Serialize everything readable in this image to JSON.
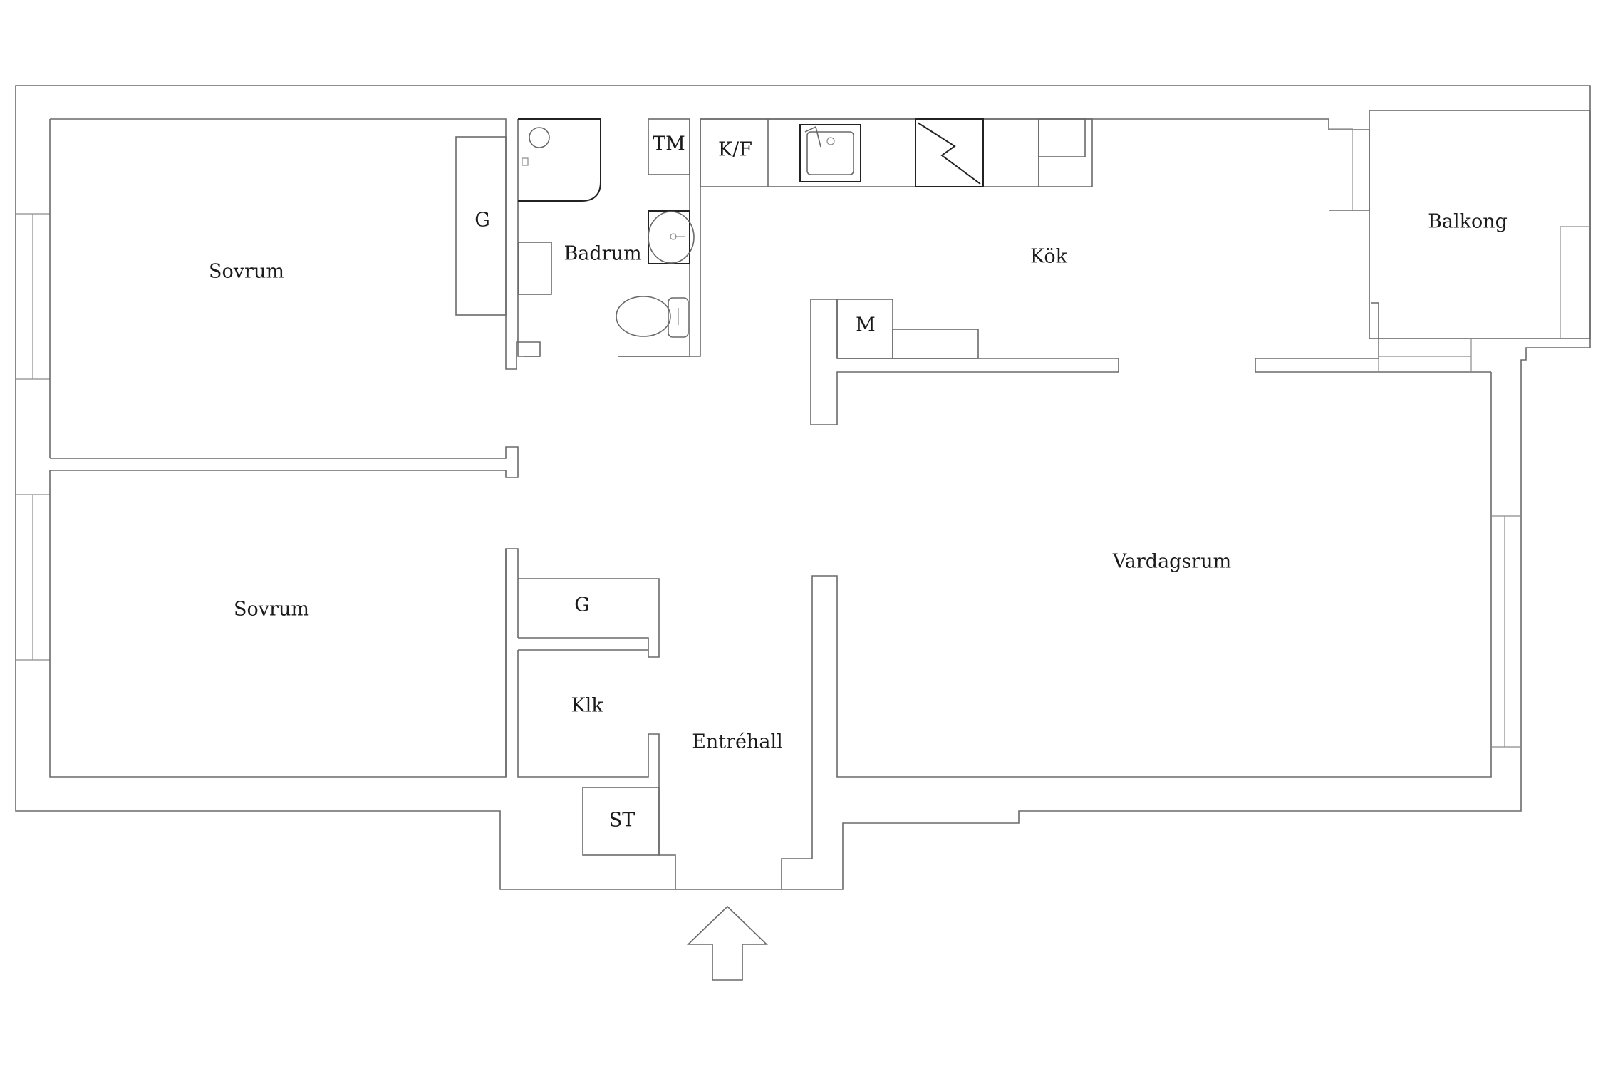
{
  "rooms": {
    "sovrum_top": "Sovrum",
    "sovrum_bottom": "Sovrum",
    "garderob_sovrum": "G",
    "badrum": "Badrum",
    "tvattmaskin": "TM",
    "kyl_frys": "K/F",
    "kok": "Kök",
    "mikro": "M",
    "balkong": "Balkong",
    "vardagsrum": "Vardagsrum",
    "garderob_hall": "G",
    "klk": "Klk",
    "entrehall": "Entréhall",
    "st": "ST"
  },
  "icons": {
    "entrance": "entrance-arrow-icon",
    "shower": "shower-icon",
    "sink": "sink-icon",
    "toilet": "toilet-icon",
    "kitchen_sink": "kitchen-sink-icon",
    "stove": "stove-icon"
  },
  "colors": {
    "wall": "#6a6a6a",
    "label": "#1a1a1a",
    "background": "#ffffff"
  }
}
